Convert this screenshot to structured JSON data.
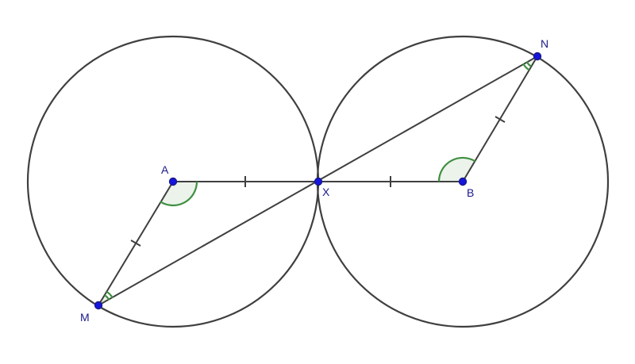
{
  "colors": {
    "point": "#1515e0",
    "label": "#1a1a8a",
    "angle_stroke": "#3f8f3f",
    "angle_fill": "#e4efe4"
  },
  "labels": {
    "A": "A",
    "B": "B",
    "X": "X",
    "M": "M",
    "N": "N"
  }
}
